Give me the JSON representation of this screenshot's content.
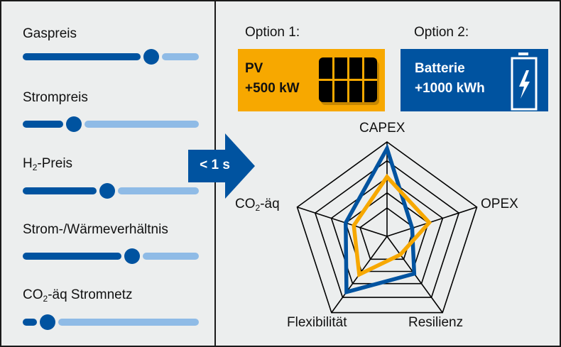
{
  "sliders": [
    {
      "label": "Gaspreis",
      "sub": "",
      "label_suffix": "",
      "value": 0.73
    },
    {
      "label": "Strompreis",
      "sub": "",
      "label_suffix": "",
      "value": 0.29
    },
    {
      "label": "H",
      "sub": "2",
      "label_suffix": "-Preis",
      "value": 0.48
    },
    {
      "label": "Strom-/Wärmeverhältnis",
      "sub": "",
      "label_suffix": "",
      "value": 0.62
    },
    {
      "label": "CO",
      "sub": "2",
      "label_suffix": "-äq Stromnetz",
      "value": 0.14
    }
  ],
  "arrow": {
    "label": "< 1 s",
    "icon": "right-arrow-icon"
  },
  "options": [
    {
      "title": "Option 1:",
      "line1": "PV",
      "line2": "+500 kW",
      "icon": "solar-panel-icon",
      "color": "#f7a800"
    },
    {
      "title": "Option 2:",
      "line1": "Batterie",
      "line2": "+1000 kWh",
      "icon": "battery-charging-icon",
      "color": "#0053a0"
    }
  ],
  "chart_data": {
    "type": "radar",
    "axes": [
      {
        "label": "CAPEX",
        "sub": "",
        "suffix": ""
      },
      {
        "label": "OPEX",
        "sub": "",
        "suffix": ""
      },
      {
        "label": "Resilienz",
        "sub": "",
        "suffix": ""
      },
      {
        "label": "Flexibilität",
        "sub": "",
        "suffix": ""
      },
      {
        "label": "CO",
        "sub": "2",
        "suffix": "-äq"
      }
    ],
    "range": [
      0,
      1
    ],
    "rings": [
      0.3,
      0.46,
      0.62,
      0.8,
      1.0
    ],
    "series": [
      {
        "name": "Option 2: Batterie +1000 kWh",
        "color": "#0053a0",
        "values": [
          0.93,
          0.28,
          0.49,
          0.73,
          0.46
        ]
      },
      {
        "name": "Option 1: PV +500 kW",
        "color": "#f7a800",
        "values": [
          0.63,
          0.47,
          0.24,
          0.5,
          0.37
        ]
      }
    ],
    "title": "",
    "legend": "none"
  }
}
